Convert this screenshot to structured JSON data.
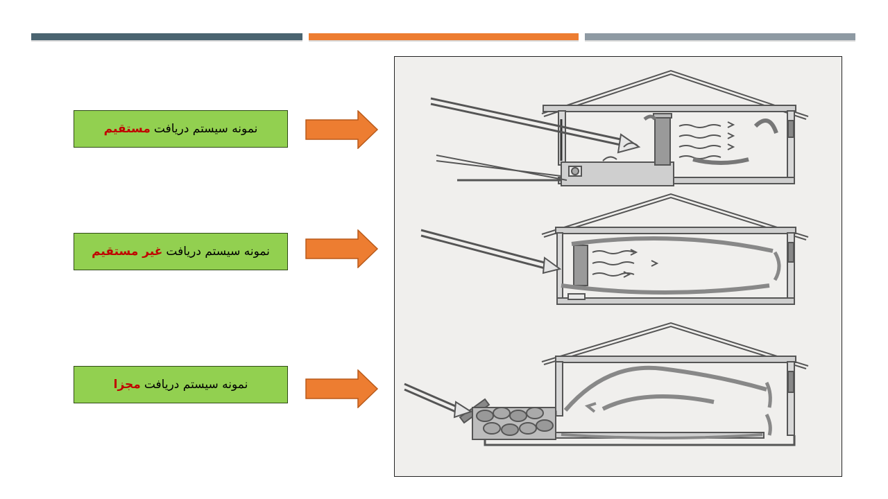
{
  "colors": {
    "bar_dark": "#4a6470",
    "bar_orange": "#ed7d31",
    "bar_gray": "#8e9aa3",
    "label_bg": "#92d050",
    "emphasis": "#c00000",
    "arrow": "#ed7d31"
  },
  "labels": [
    {
      "prefix": "نمونه سیستم دریافت",
      "emphasis": "مستقیم"
    },
    {
      "prefix": "نمونه سیستم دریافت",
      "emphasis": "غیر مستقیم"
    },
    {
      "prefix": "نمونه سیستم دریافت",
      "emphasis": "مجزا"
    }
  ],
  "figure": {
    "panels": [
      "direct-gain-house",
      "indirect-gain-house",
      "isolated-gain-house"
    ]
  }
}
